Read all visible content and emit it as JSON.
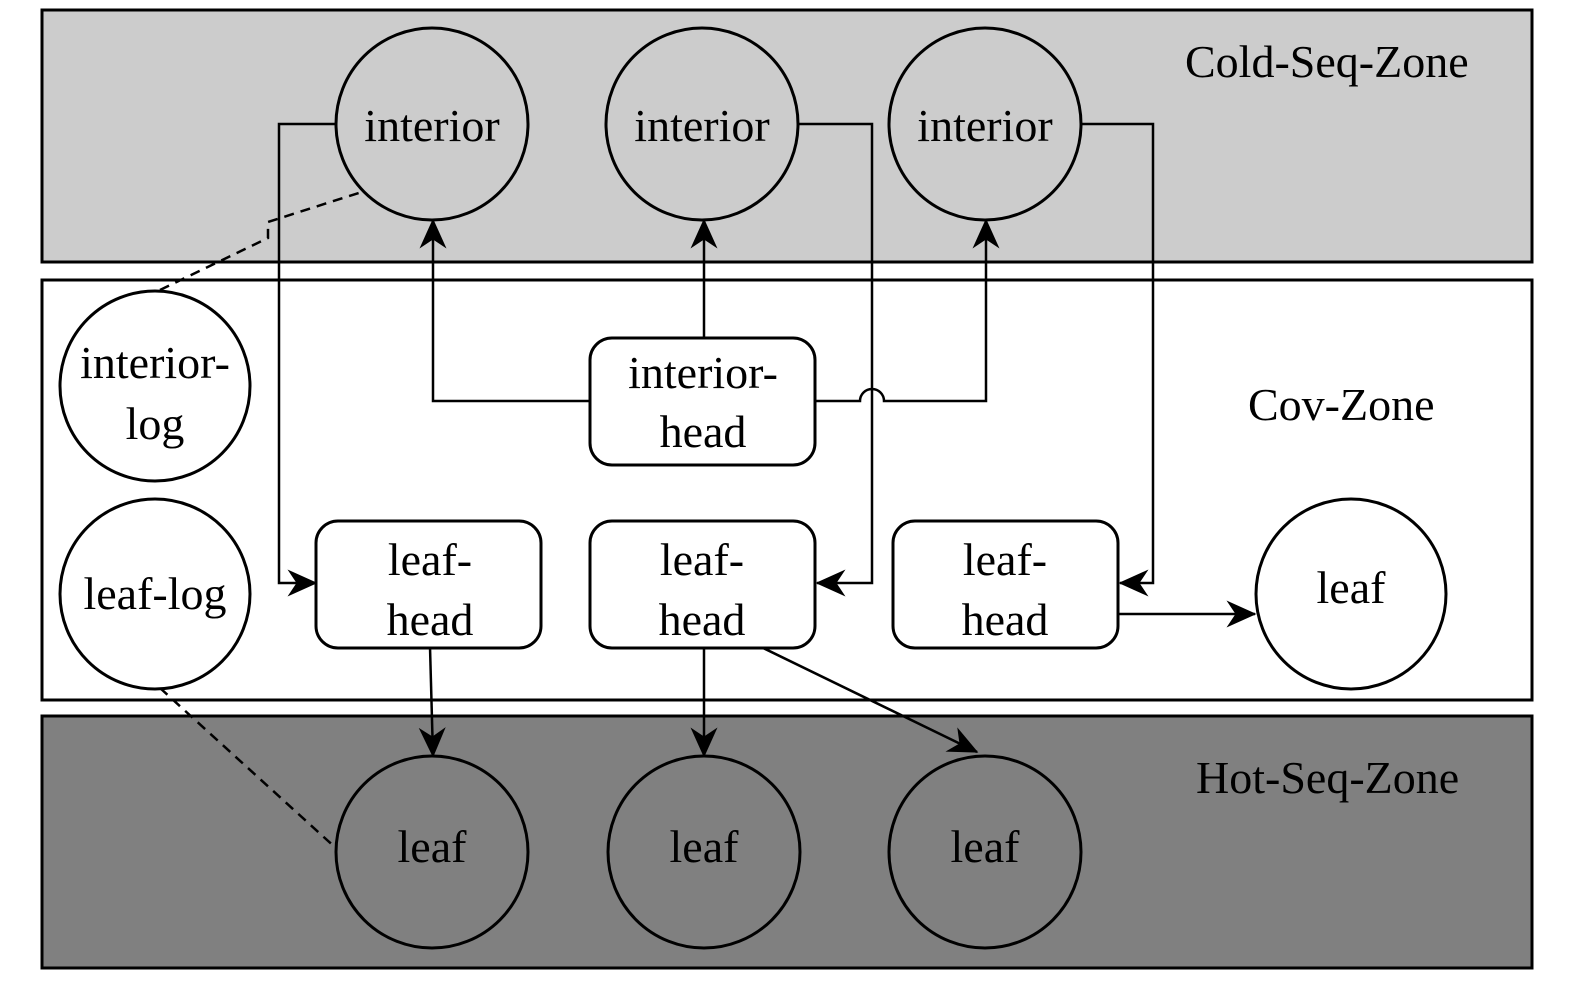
{
  "zones": {
    "cold": {
      "label": "Cold-Seq-Zone",
      "fill": "#cccccc"
    },
    "cov": {
      "label": "Cov-Zone",
      "fill": "#ffffff"
    },
    "hot": {
      "label": "Hot-Seq-Zone",
      "fill": "#808080"
    }
  },
  "nodes": {
    "cold_interior_1": [
      "interior"
    ],
    "cold_interior_2": [
      "interior"
    ],
    "cold_interior_3": [
      "interior"
    ],
    "interior_log": [
      "interior-",
      "log"
    ],
    "leaf_log": [
      "leaf-log"
    ],
    "interior_head": [
      "interior-",
      "head"
    ],
    "leaf_head_1": [
      "leaf-",
      "head"
    ],
    "leaf_head_2": [
      "leaf-",
      "head"
    ],
    "leaf_head_3": [
      "leaf-",
      "head"
    ],
    "cov_leaf": [
      "leaf"
    ],
    "hot_leaf_1": [
      "leaf"
    ],
    "hot_leaf_2": [
      "leaf"
    ],
    "hot_leaf_3": [
      "leaf"
    ]
  },
  "colors": {
    "stroke": "#000000",
    "node_fill_light": "#ffffff"
  }
}
